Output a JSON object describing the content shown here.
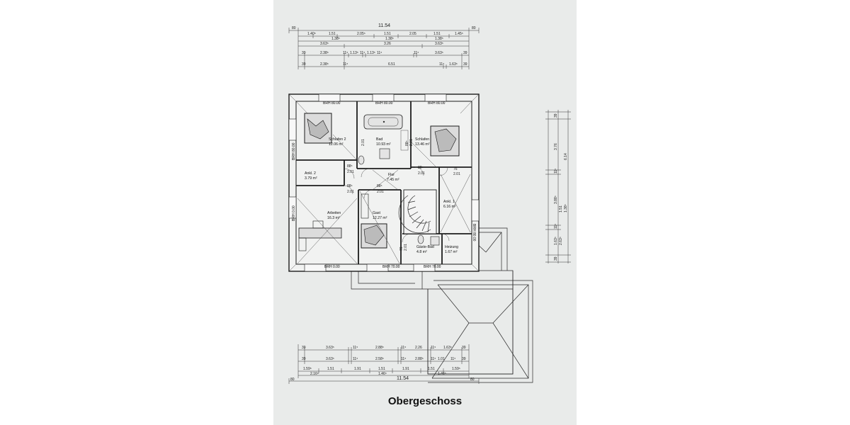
{
  "drawing": {
    "title": "Obergeschoss",
    "overall_width": "11.54",
    "wall_thickness": "80",
    "top_dims": {
      "row1": [
        "1.40⁵",
        "1.51",
        "2.05⁵",
        "1.51",
        "2.05",
        "1.51",
        "1.45⁵"
      ],
      "row2": [
        "1.38⁵",
        "1.38⁵",
        "1.38⁵"
      ],
      "row3": [
        "3.63⁵",
        "3.26",
        "3.63⁵"
      ],
      "row4": [
        "39",
        "2.38⁵",
        "11⁵",
        "1.13⁵",
        "11⁵",
        "1.13⁵",
        "11⁵",
        "11⁵",
        "3.63⁵",
        "39"
      ],
      "row5": [
        "39",
        "2.38⁵",
        "11⁵",
        "6.51",
        "11⁵",
        "1.63⁵",
        "39"
      ]
    },
    "bottom_dims": {
      "row1": [
        "39",
        "3.63⁵",
        "11⁵",
        "2.88⁵",
        "11⁵",
        "2.26",
        "11⁵",
        "1.63⁵",
        "39"
      ],
      "row2": [
        "39",
        "3.63⁵",
        "11⁵",
        "2.58⁵",
        "11⁵",
        "2.88⁵",
        "11⁵",
        "1.01",
        "11⁵",
        "39"
      ],
      "row3": [
        "1.59⁵",
        "1.51",
        "1.91",
        "1.51",
        "1.91",
        "1.51",
        "1.59⁵"
      ],
      "row4": [
        "2.16⁵",
        "1.46⁵",
        "1.46⁵"
      ]
    },
    "right_dims": [
      "39",
      "3.76",
      "11⁵",
      "3.88⁵",
      "11⁵",
      "1.63⁵",
      "39",
      "6.14",
      "1.51",
      "1.38⁵",
      "2.63⁵"
    ],
    "rooms": [
      {
        "name": "Schlafen 2",
        "area": "12.06 m²"
      },
      {
        "name": "Bad",
        "area": "10.93 m²"
      },
      {
        "name": "Schlafen",
        "area": "13.46 m²"
      },
      {
        "name": "Ankl. 2",
        "area": "3.79 m²"
      },
      {
        "name": "Flur",
        "area": "7.45 m²"
      },
      {
        "name": "Ankl. 1",
        "area": "6.16 m²"
      },
      {
        "name": "Arbeiten",
        "area": "16.3 m²"
      },
      {
        "name": "Gast",
        "area": "12.27 m²"
      },
      {
        "name": "Gäste-Bad",
        "area": "4.8 m²"
      },
      {
        "name": "Heizung",
        "area": "1.67 m²"
      }
    ],
    "brh": {
      "top_left": "BRH 80.00",
      "top_mid": "BRH 80.00",
      "top_right": "BRH 80.00",
      "left_top": "BRH 80.00",
      "left_bottom": "BRH 0.00",
      "right": "BRH 80.00",
      "bottom_left": "BRH 0.00",
      "bottom_mid": "BRH 70.00",
      "bottom_right": "BRH 70.00"
    },
    "door_marks": [
      "2.01",
      "88⁵",
      "2.01",
      "88⁵",
      "2.01",
      "76",
      "2.01",
      "88⁵",
      "2.01",
      "88⁵",
      "2.01",
      "88⁵",
      "2.01",
      "76",
      "2.01"
    ]
  }
}
